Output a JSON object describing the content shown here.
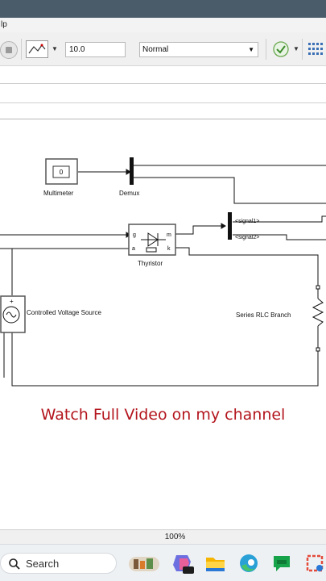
{
  "menu": {
    "help_fragment": "lp"
  },
  "toolbar": {
    "stop_time": "10.0",
    "sim_mode": "Normal"
  },
  "blocks": {
    "multimeter": {
      "label": "Multimeter",
      "display": "0"
    },
    "demux": {
      "label": "Demux"
    },
    "thyristor": {
      "label": "Thyristor",
      "port_g": "g",
      "port_a": "a",
      "port_m": "m",
      "port_k": "k"
    },
    "cvs": {
      "label": "Controlled Voltage Source",
      "plus": "+"
    },
    "rlc": {
      "label": "Series RLC Branch"
    },
    "signal1": "<signal1>",
    "signal2": "<signal2>"
  },
  "overlay": {
    "text": "Watch Full Video on my channel"
  },
  "status": {
    "zoom": "100%"
  },
  "taskbar": {
    "search_label": "Search"
  },
  "colors": {
    "accent_red": "#b3151d",
    "titlebar": "#4a5c6a"
  }
}
